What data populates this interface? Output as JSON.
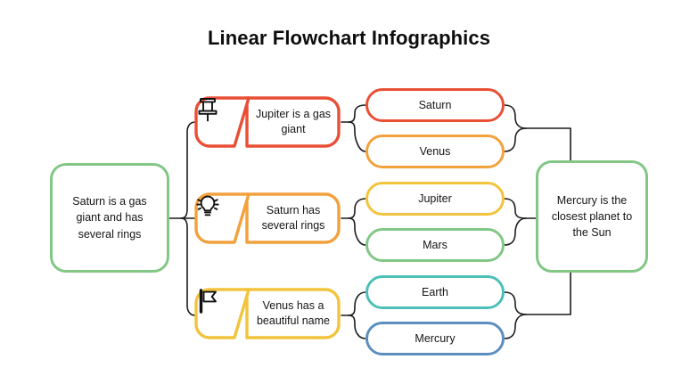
{
  "page": {
    "title": "Linear Flowchart Infographics",
    "background_color": "#ffffff"
  },
  "nodes": {
    "start": {
      "label": "Saturn is a gas giant and has several rings",
      "color": "#82c785"
    },
    "end": {
      "label": "Mercury is the closest planet to the Sun",
      "color": "#82c785"
    }
  },
  "stages": [
    {
      "label": "Jupiter is a gas giant",
      "color": "#e94f35",
      "icon": "pushpin-icon"
    },
    {
      "label": "Saturn has several rings",
      "color": "#f2a13c",
      "icon": "lightbulb-icon"
    },
    {
      "label": "Venus has a beautiful name",
      "color": "#f2c33c",
      "icon": "flag-icon"
    }
  ],
  "planets": [
    {
      "label": "Saturn",
      "color": "#e94f35"
    },
    {
      "label": "Venus",
      "color": "#f2a13c"
    },
    {
      "label": "Jupiter",
      "color": "#f2c33c"
    },
    {
      "label": "Mars",
      "color": "#82c785"
    },
    {
      "label": "Earth",
      "color": "#4cbfb8"
    },
    {
      "label": "Mercury",
      "color": "#5b8dbe"
    }
  ],
  "connectors": {
    "line_color": "#1c1c1c"
  }
}
